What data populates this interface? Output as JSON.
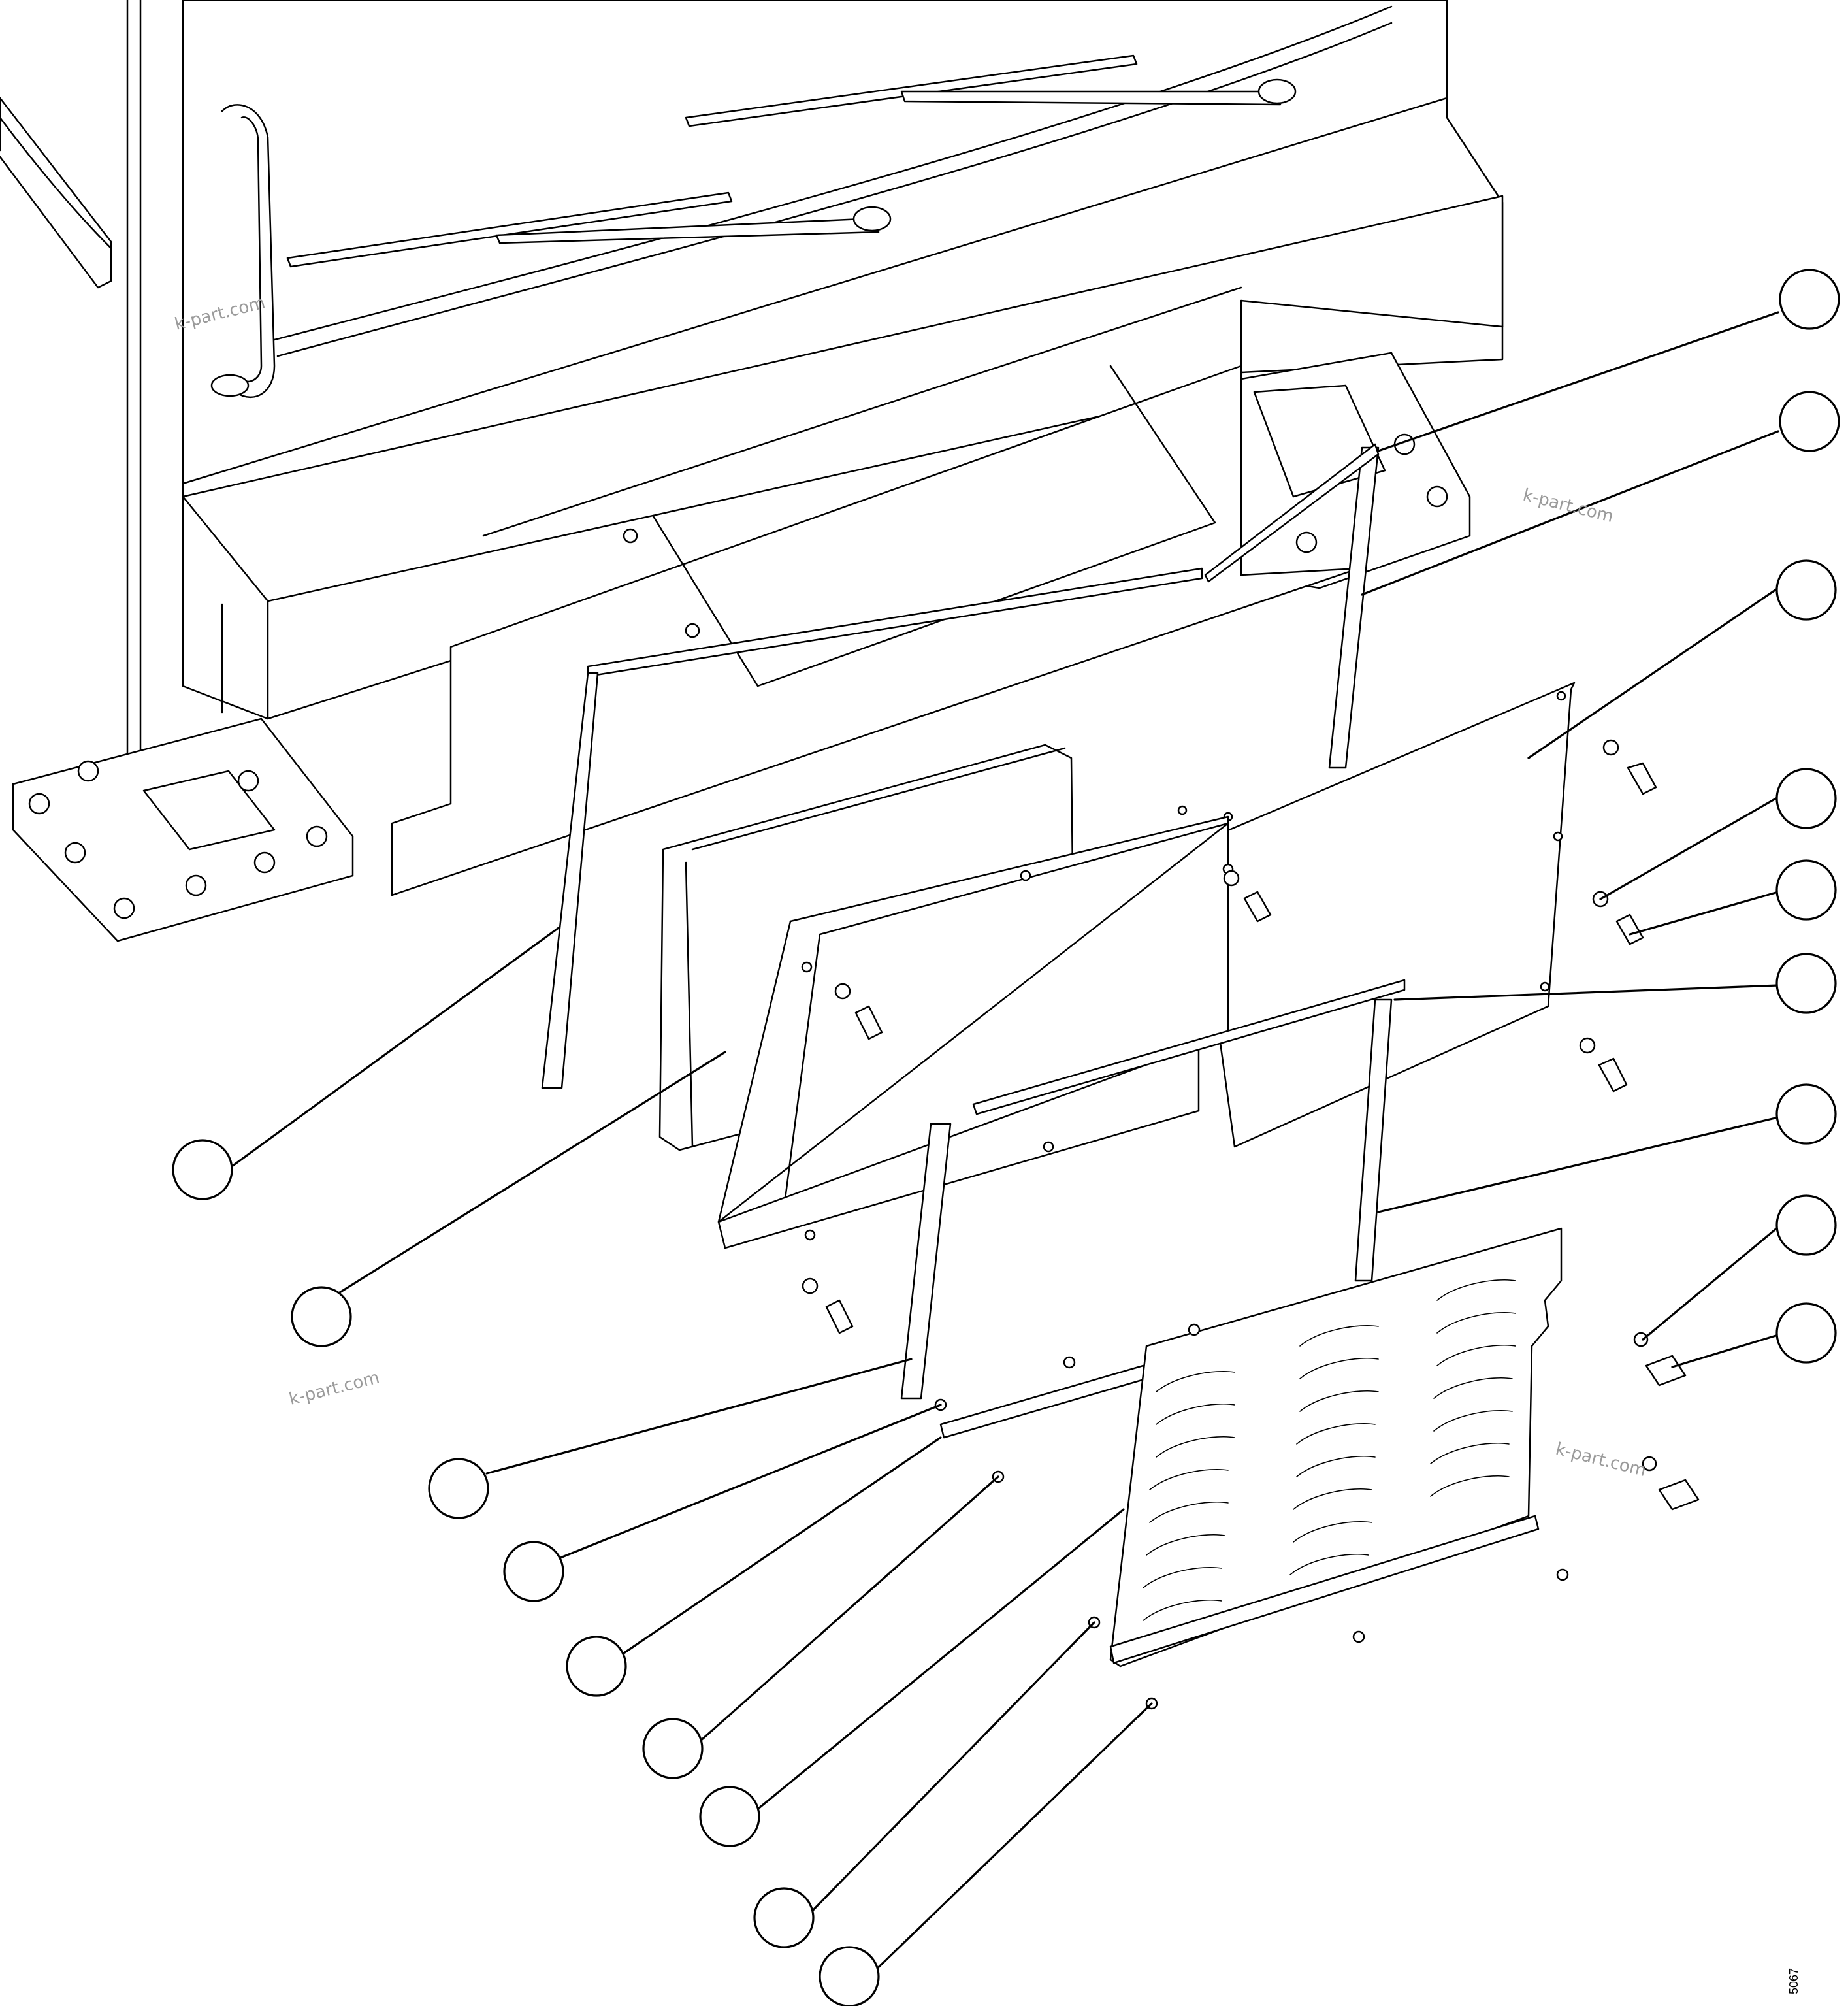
{
  "drawing": {
    "watermark_text": "k-part.com",
    "figure_code": "5067",
    "callout_count": 18
  }
}
